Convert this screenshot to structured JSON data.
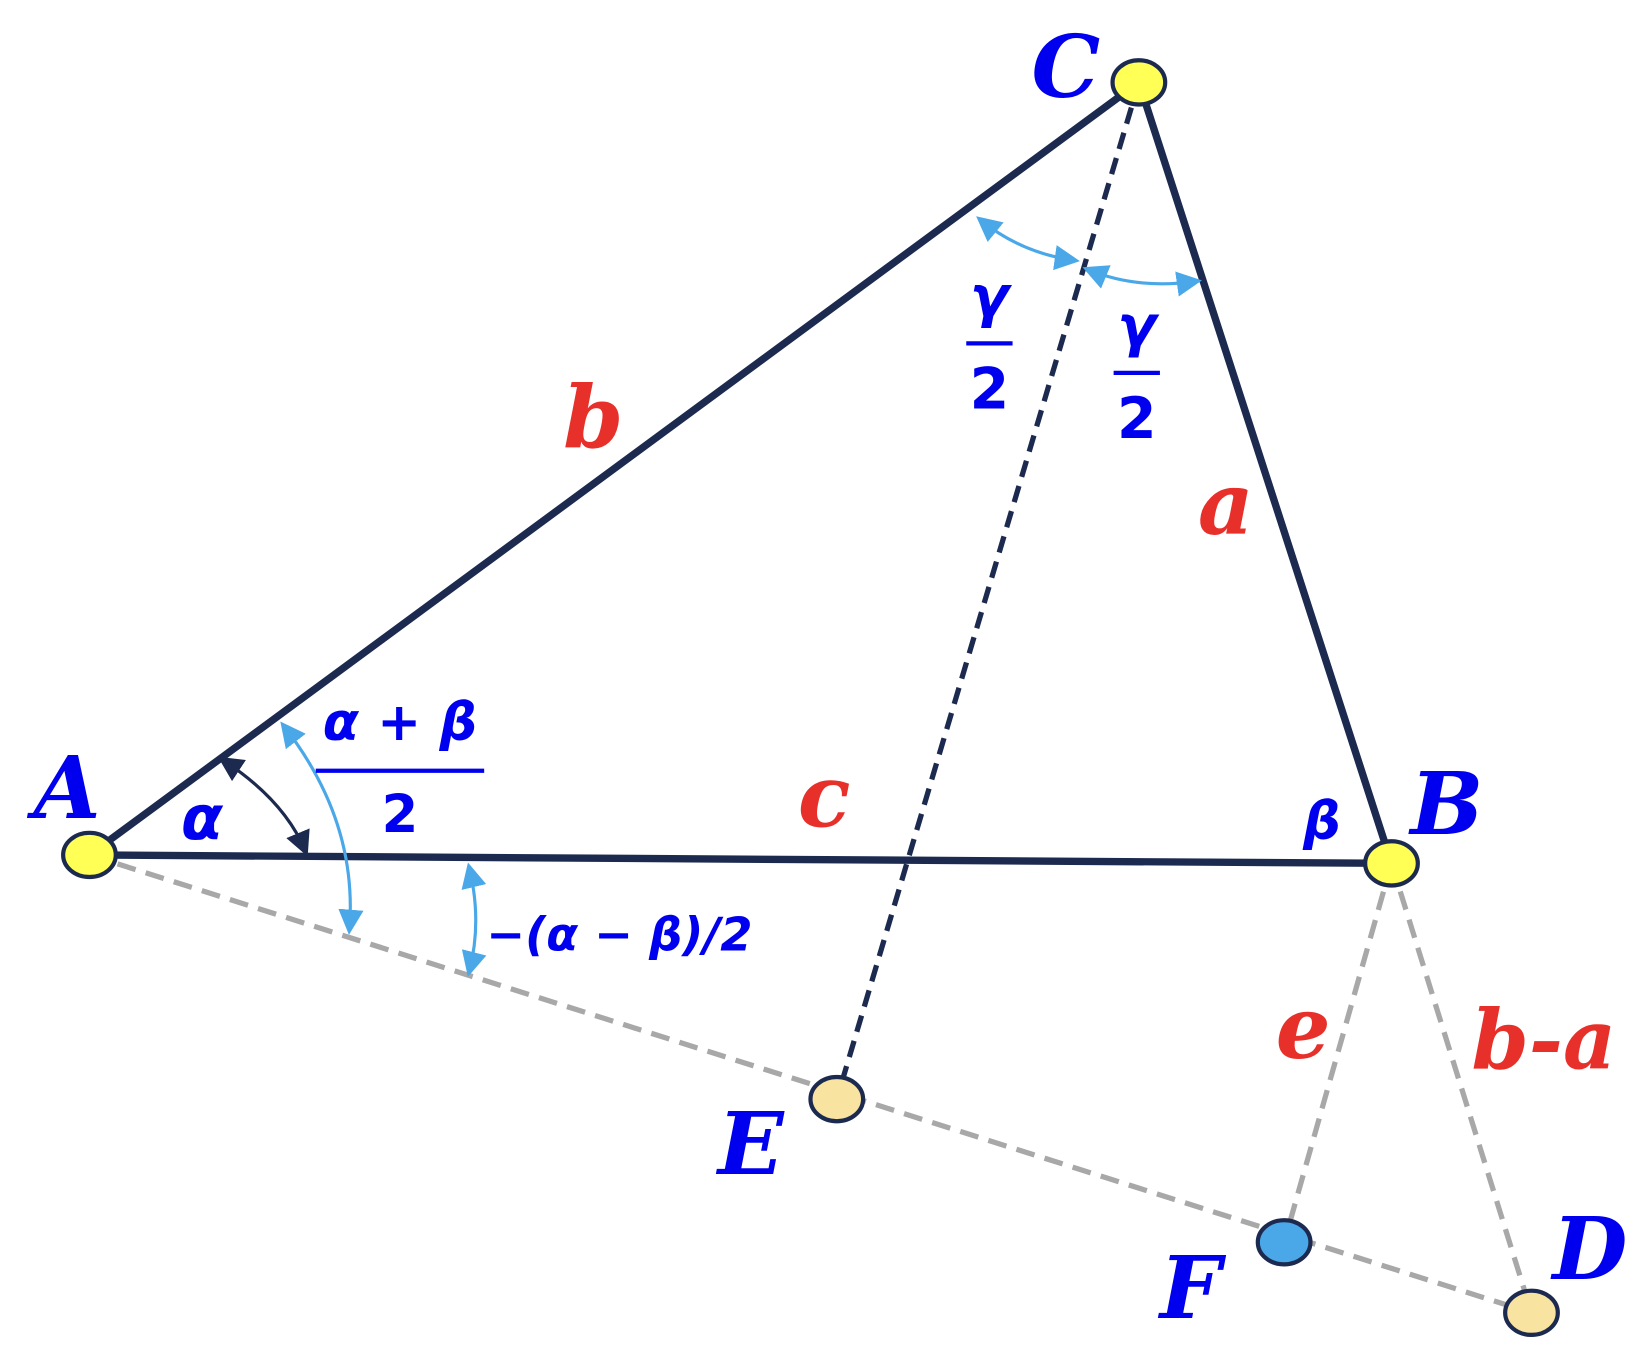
{
  "points": {
    "A": "A",
    "B": "B",
    "C": "C",
    "D": "D",
    "E": "E",
    "F": "F"
  },
  "sides": {
    "a": "a",
    "b": "b",
    "c": "c",
    "e": "e",
    "b_minus_a": "b-a"
  },
  "angles": {
    "alpha": "α",
    "beta": "β",
    "gamma_half_num": "γ",
    "gamma_half_den": "2",
    "half_sum_num": "α + β",
    "half_sum_den": "2",
    "half_diff": "−(α − β)/2"
  },
  "colors": {
    "main_line": "#1c2a4f",
    "dashed_aux": "#a8a8a8",
    "arc_light": "#4aa8e8",
    "label_blue": "#0000ee",
    "label_red": "#e8302a",
    "vertex_yellow": "#ffff55",
    "vertex_tan": "#f9e3a0",
    "vertex_blue": "#4aa8e8"
  }
}
